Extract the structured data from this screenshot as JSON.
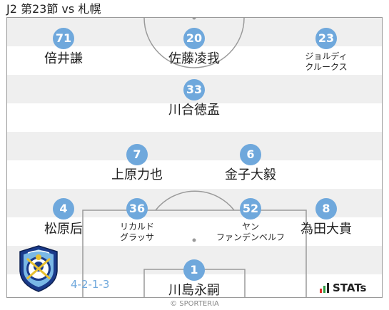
{
  "header": {
    "title": "J2 第23節 vs 札幌"
  },
  "formation": "4-2-1-3",
  "colors": {
    "accent": "#6fa8dc",
    "stripe": "#efefef",
    "line": "#9a9a9a"
  },
  "players": [
    {
      "number": "71",
      "name": "倍井謙"
    },
    {
      "number": "20",
      "name": "佐藤凌我"
    },
    {
      "number": "23",
      "name": "ジョルディ\nクルークス"
    },
    {
      "number": "33",
      "name": "川合徳孟"
    },
    {
      "number": "7",
      "name": "上原力也"
    },
    {
      "number": "6",
      "name": "金子大毅"
    },
    {
      "number": "4",
      "name": "松原后"
    },
    {
      "number": "36",
      "name": "リカルド\nグラッサ"
    },
    {
      "number": "52",
      "name": "ヤン\nファンデンベルフ"
    },
    {
      "number": "8",
      "name": "為田大貴"
    },
    {
      "number": "1",
      "name": "川島永嗣"
    }
  ],
  "branding": {
    "stats_label": "STATs",
    "copyright": "© SPORTERIA",
    "club_crest_icon": "jubilo-iwata-crest-icon"
  }
}
